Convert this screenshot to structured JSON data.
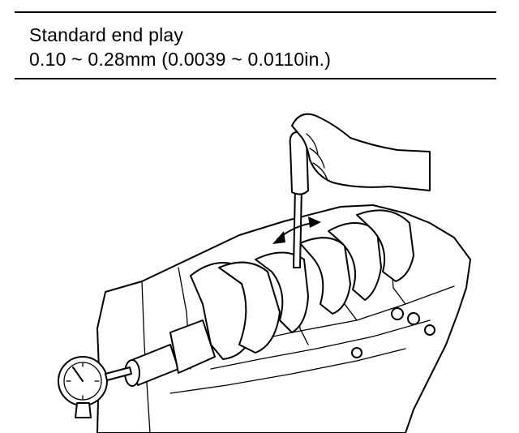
{
  "spec": {
    "title": "Standard end play",
    "value": "0.10 ~ 0.28mm (0.0039 ~ 0.0110in.)"
  },
  "figure": {
    "illustration": "crankshaft end play measurement with dial indicator and screwdriver"
  }
}
